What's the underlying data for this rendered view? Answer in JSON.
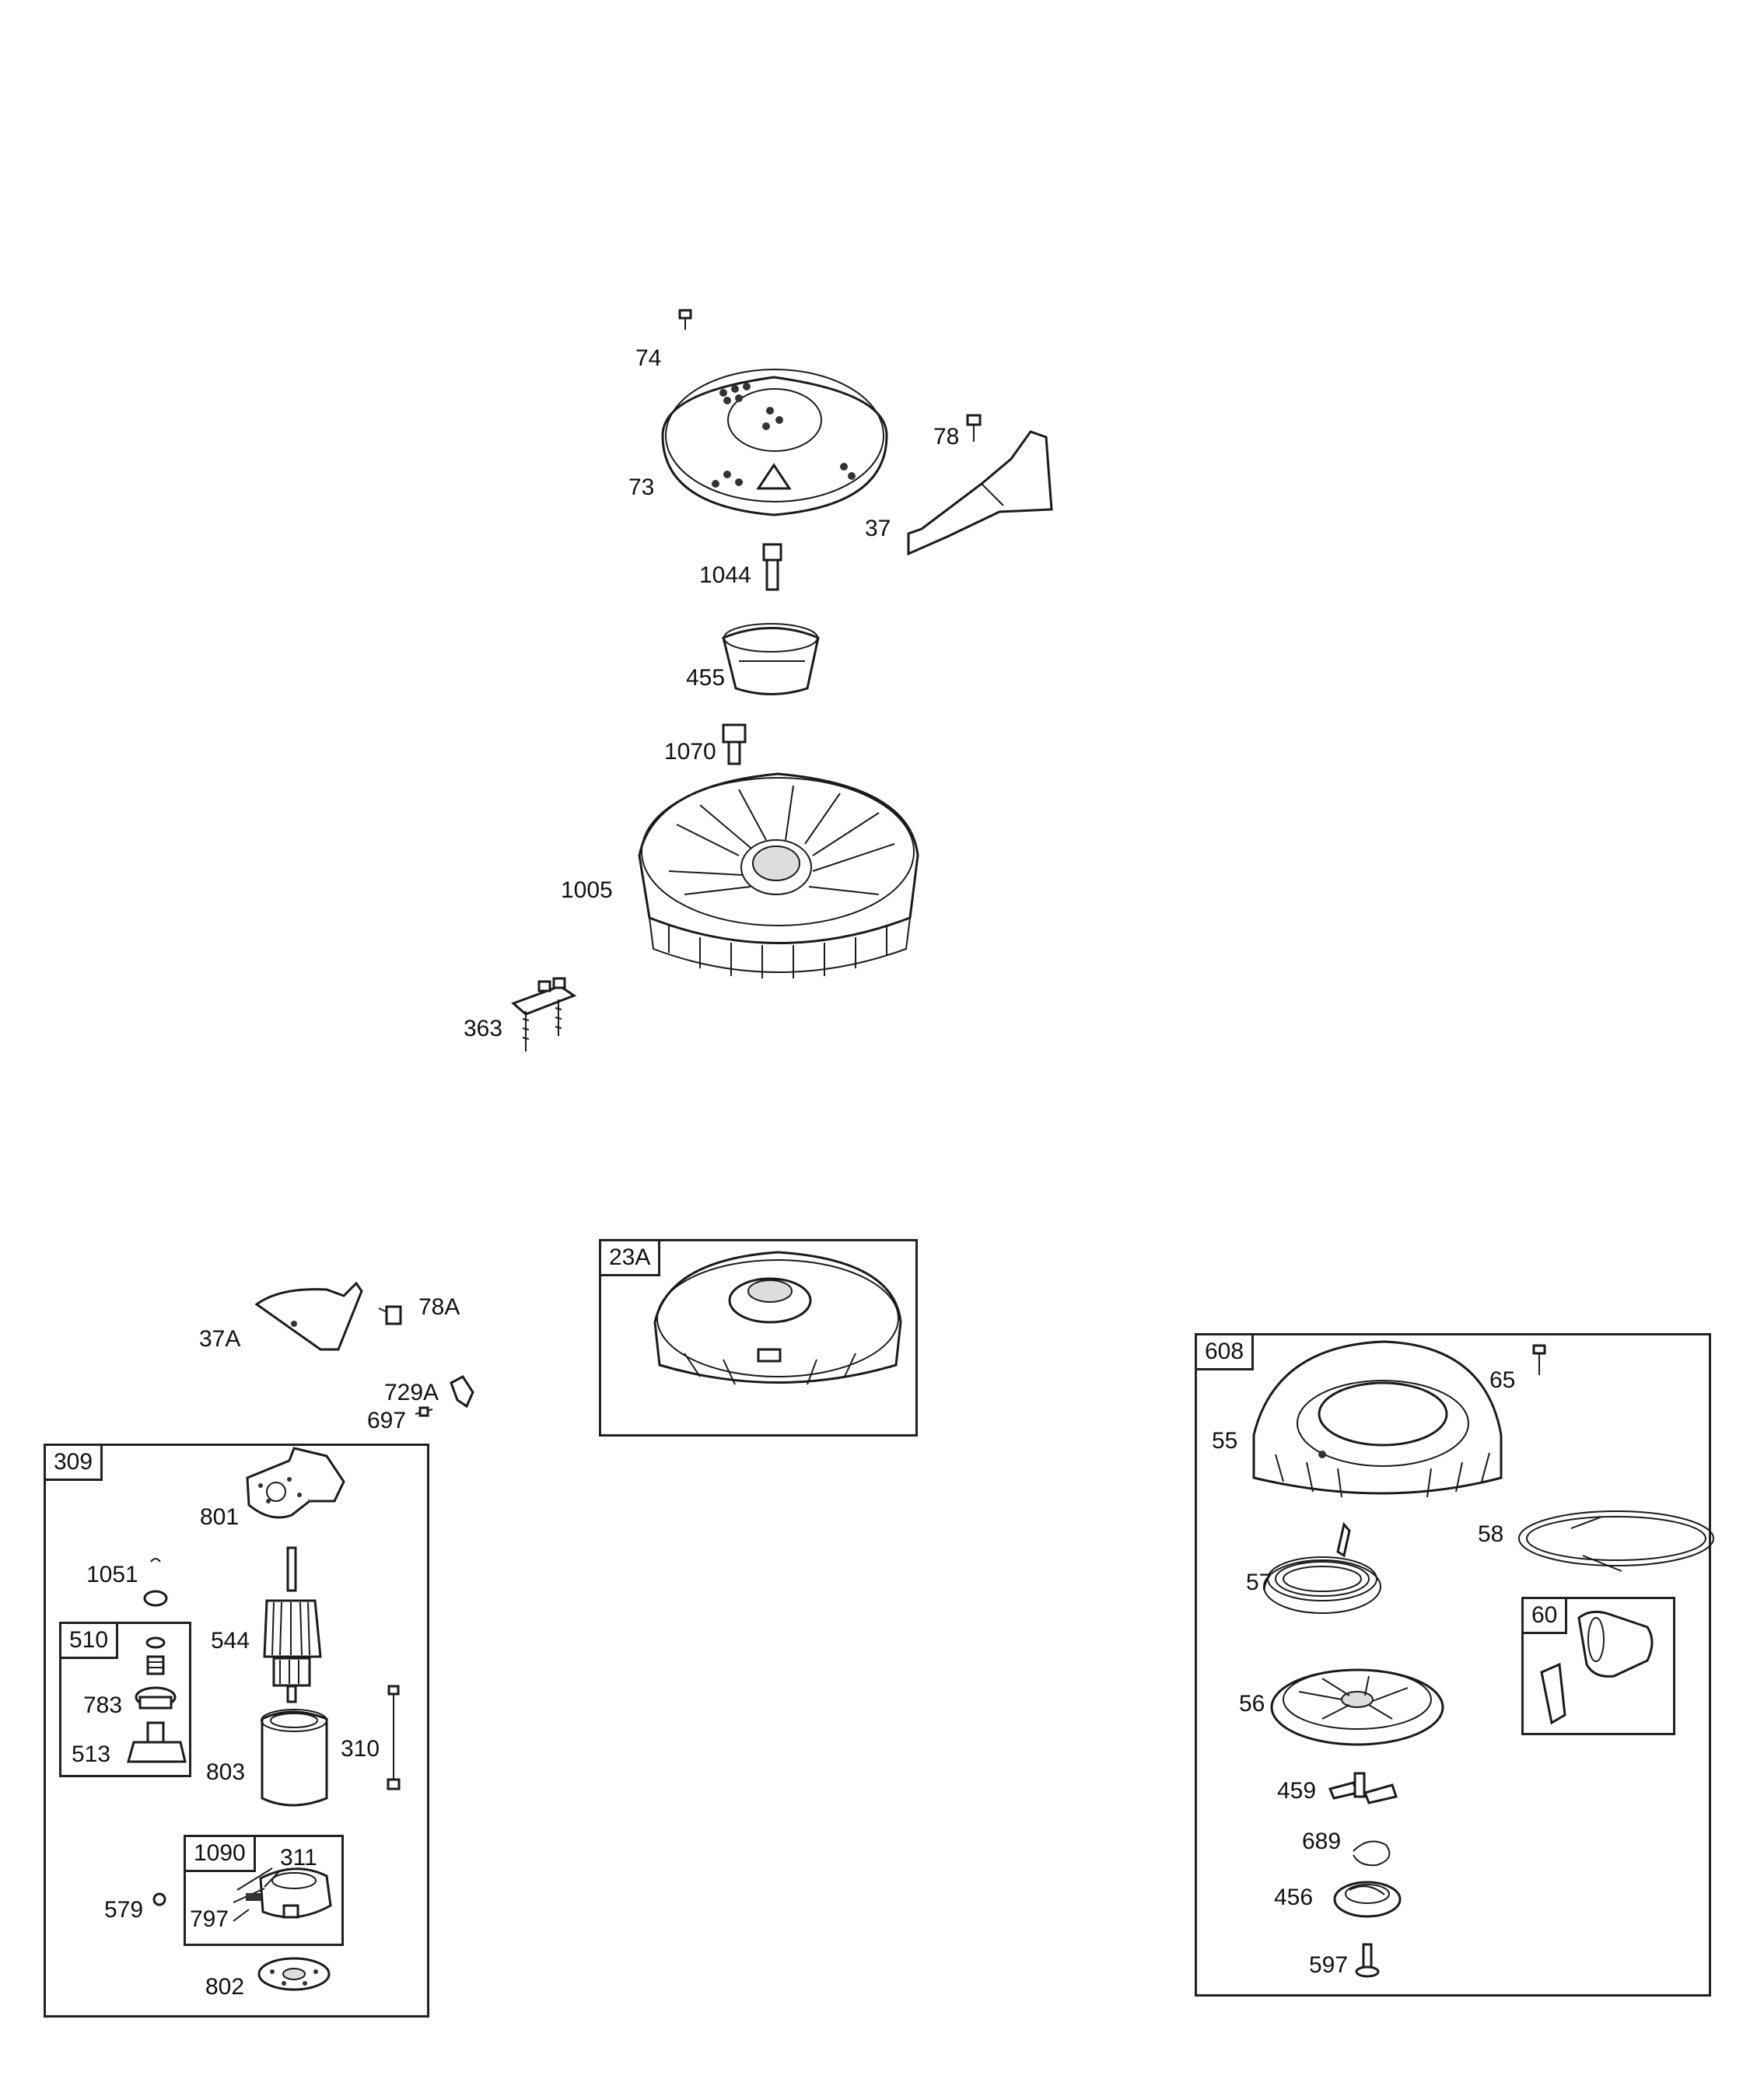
{
  "parts": {
    "p74": "74",
    "p73": "73",
    "p78": "78",
    "p37": "37",
    "p1044": "1044",
    "p455": "455",
    "p1070": "1070",
    "p1005": "1005",
    "p363": "363",
    "p37A": "37A",
    "p78A": "78A",
    "p729A": "729A",
    "p697": "697",
    "p23A": "23A",
    "p309": "309",
    "p801": "801",
    "p1051": "1051",
    "p510": "510",
    "p544": "544",
    "p783": "783",
    "p513": "513",
    "p803": "803",
    "p310": "310",
    "p1090": "1090",
    "p311": "311",
    "p579": "579",
    "p797": "797",
    "p802": "802",
    "p608": "608",
    "p65": "65",
    "p55": "55",
    "p58": "58",
    "p57": "57",
    "p60": "60",
    "p56": "56",
    "p459": "459",
    "p689": "689",
    "p456": "456",
    "p597": "597"
  },
  "colors": {
    "line": "#1b1b1b",
    "background": "#ffffff"
  }
}
